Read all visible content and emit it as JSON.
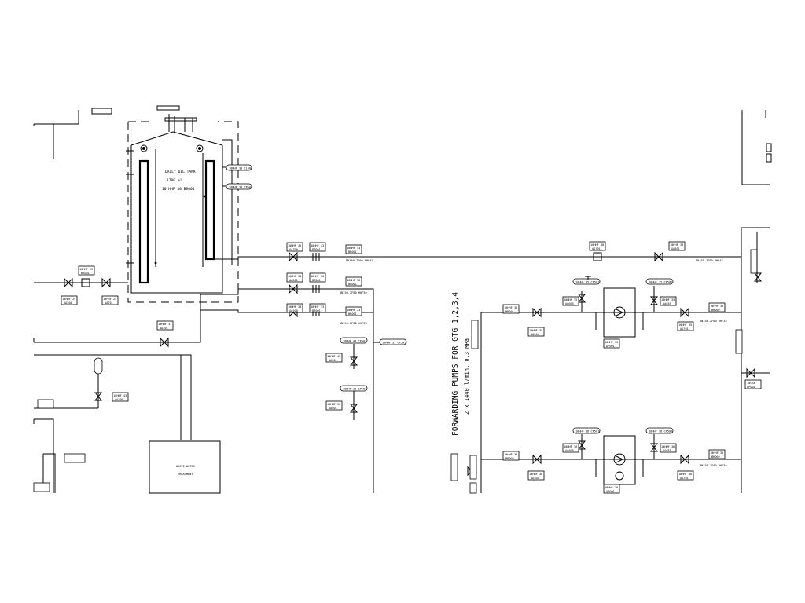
{
  "tank": {
    "label_line1": "DAILY OIL TANK",
    "label_line2": "1700 m³",
    "label_line3": "10 HHF 30 BB001"
  },
  "waste_treatment": {
    "label_line1": "WASTE WATER",
    "label_line2": "TREATMENT"
  },
  "pump_station": {
    "title": "FORWARDING PUMPS FOR GTG 1,2,3,4",
    "subtitle": "2 x 1440 l/min, 0,3 MPa"
  },
  "tags": {
    "hhf25_aa500": [
      "10HHF 25",
      "AA500"
    ],
    "hhf25_aa701": [
      "10HHF 25",
      "AA701"
    ],
    "hhf25_bz001": [
      "10HHF 25",
      "BZ001"
    ],
    "hhf43_aa700": [
      "10HHF 43",
      "AA700"
    ],
    "hhf43_bz001": [
      "10HHF 43",
      "BZ001"
    ],
    "hhf43_br001": [
      "10HHF 43",
      "BR001"
    ],
    "hhf30_aa501": [
      "10HHF 30",
      "AA501"
    ],
    "hhf30_bz001": [
      "10HHF 30",
      "BZ001"
    ],
    "hhf30_br001": [
      "10HHF 30",
      "BR001"
    ],
    "hhf33_aa500": [
      "10HHF 33",
      "AA500"
    ],
    "hhf33_bz001": [
      "10HHF 33",
      "BZ001"
    ],
    "hhf33_br001": [
      "10HHF 33",
      "BR001"
    ],
    "hhf31_aa501": [
      "10HHF 31",
      "AA501"
    ],
    "hhf43_aa500": [
      "10HHF 43",
      "AA500"
    ],
    "hhf43_aa501": [
      "10HHF 43",
      "AA501"
    ],
    "hhf30_aa601": [
      "10HHF 30",
      "AA601"
    ],
    "hhf30_aa701": [
      "10HHF 30",
      "AA701"
    ],
    "hhf35_br002": [
      "10HHF 35",
      "BR002"
    ],
    "hhf35_aa501": [
      "10HHF 35",
      "AA501"
    ],
    "hhf31_br002": [
      "10HHF 31",
      "BR002"
    ],
    "hhf35_br001": [
      "10HHF 35",
      "BR001"
    ],
    "hhf35_aa504": [
      "10HHF 35",
      "AA504"
    ],
    "hhf35_aa605": [
      "10HHF 35",
      "AA605"
    ],
    "hhf35_ap001": [
      "10HHF 35",
      "AP001"
    ],
    "hhf35_aa655": [
      "10HHF 35",
      "AA655"
    ],
    "hhf35_aa701": [
      "10HHF 35",
      "AA701"
    ],
    "hhf35_br002b": [
      "10HHF 35",
      "BR002"
    ],
    "hhf36_br002": [
      "10HHF 36",
      "BR002"
    ],
    "hhf36_aa504": [
      "10HHF 36",
      "AA504"
    ],
    "hhf36_aa605": [
      "10HHF 36",
      "AA605"
    ],
    "hhf36_ap001": [
      "10HHF 36",
      "AP001"
    ],
    "hhf36_aa655": [
      "10HHF 36",
      "AA655"
    ],
    "hhf36_aa701": [
      "10HHF 36",
      "AA701"
    ],
    "hhf36_br002b": [
      "10HHF 36",
      "BR002"
    ],
    "hhf36_aa605b": [
      "10HHF 36",
      "AA605"
    ],
    "hhf35_aa605b": [
      "10HHF 35",
      "AA605"
    ],
    "gsb_ap001": [
      "10GSB",
      "AP001"
    ]
  },
  "instruments": {
    "cl501": "10HHF 30 CL501",
    "cp501": "10HHF 30 CP501",
    "cp502": "10HHF 43 CP501",
    "cp503": "10HHF 30 CP501",
    "cp504": "10HHF 35 CP501",
    "cp505": "10HHF 35 CP502",
    "cp506": "10HHF 36 CP501",
    "cp507": "10HHF 36 CP502",
    "cp508": "10HHF 31 CP501"
  },
  "lines": {
    "l1": "DN150-ZF00 HHF43",
    "l2": "DN150-ZF00 HHF30",
    "l3": "DN150-ZF00 HHF33",
    "l4": "DN150-ZF00 HHF43",
    "l5": "DN150-ZF00 HHF35",
    "l6": "DN150-ZF00 HHF36"
  }
}
